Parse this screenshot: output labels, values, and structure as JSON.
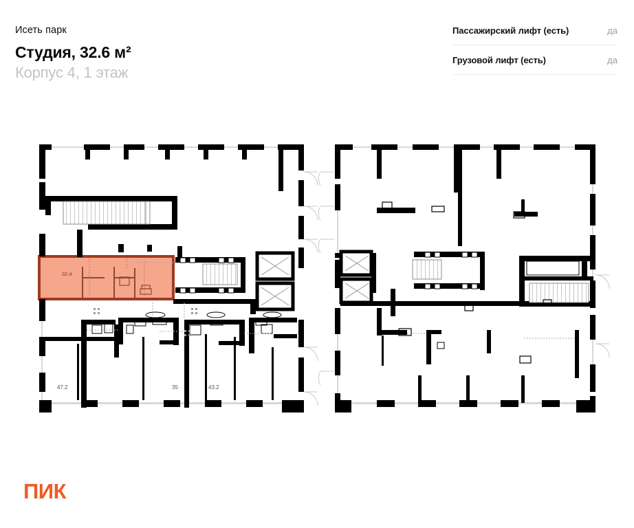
{
  "header": {
    "complex_name": "Исеть парк",
    "title": "Студия, 32.6 м²",
    "subtitle": "Корпус 4, 1 этаж"
  },
  "specs": [
    {
      "label": "Пассажирский лифт (есть)",
      "value": "да"
    },
    {
      "label": "Грузовой лифт (есть)",
      "value": "да"
    }
  ],
  "floorplan": {
    "highlighted_unit": {
      "area_label": "32.4",
      "fill_color": "#F6A68B",
      "stroke_color": "#9E3B22"
    },
    "other_units": [
      {
        "area_label": "47.2"
      },
      {
        "area_label": "35"
      },
      {
        "area_label": "43.2"
      }
    ],
    "wall_color": "#000000",
    "background_color": "#ffffff"
  },
  "footer": {
    "logo_text": "ПИК",
    "logo_color": "#F15A24"
  }
}
